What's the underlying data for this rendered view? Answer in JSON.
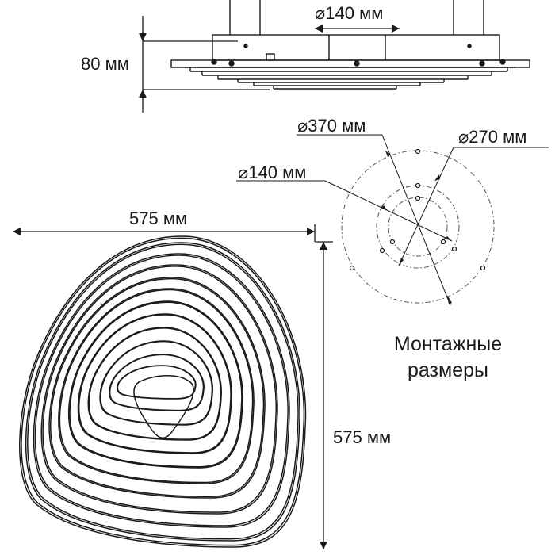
{
  "dimensions": {
    "top_diameter": "⌀140 мм",
    "height": "80 мм",
    "mount_d370": "⌀370 мм",
    "mount_d270": "⌀270 мм",
    "mount_d140": "⌀140 мм",
    "width": "575 мм",
    "depth": "575 мм"
  },
  "caption": {
    "line1": "Монтажные",
    "line2": "размеры"
  },
  "colors": {
    "line": "#1a1a1a",
    "dashed": "#555555"
  }
}
